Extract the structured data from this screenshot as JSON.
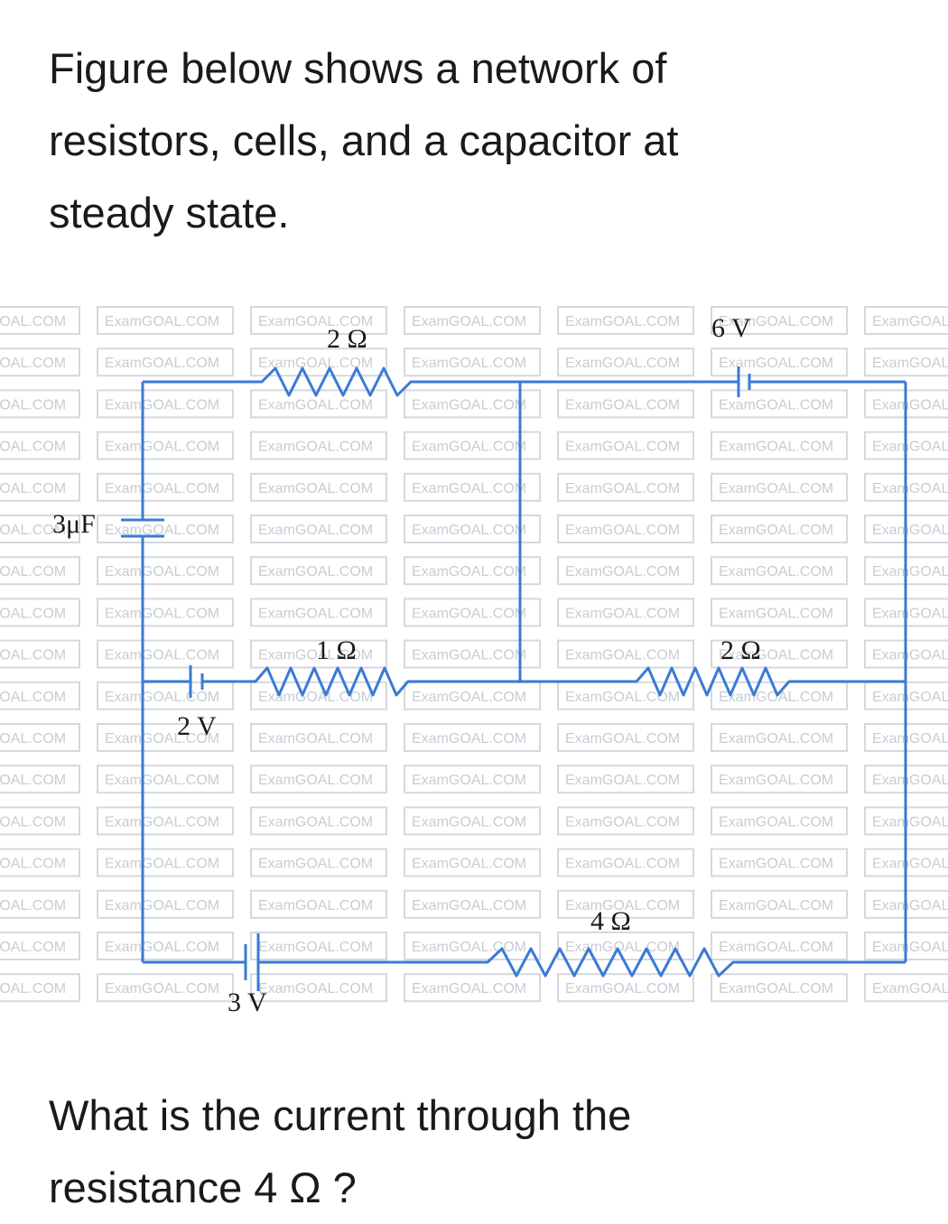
{
  "question": {
    "intro_lines": [
      "Figure below shows a network of",
      "resistors, cells, and a capacitor at",
      "steady state."
    ],
    "ask_lines": [
      "What is the current through the",
      "resistance 4 Ω ?"
    ]
  },
  "watermark": {
    "text": "ExamGOAL.COM"
  },
  "circuit": {
    "capacitor_label": "3μF",
    "resistor_top_label": "2 Ω",
    "cell_top_label": "6 V",
    "resistor_mid_left_label": "1 Ω",
    "cell_mid_label": "2 V",
    "resistor_mid_right_label": "2 Ω",
    "resistor_bottom_label": "4 Ω",
    "cell_bottom_label": "3 V"
  },
  "colors": {
    "wire": "#3a7bd5",
    "text": "#1a1a1a",
    "watermark": "#c8ccd3"
  }
}
